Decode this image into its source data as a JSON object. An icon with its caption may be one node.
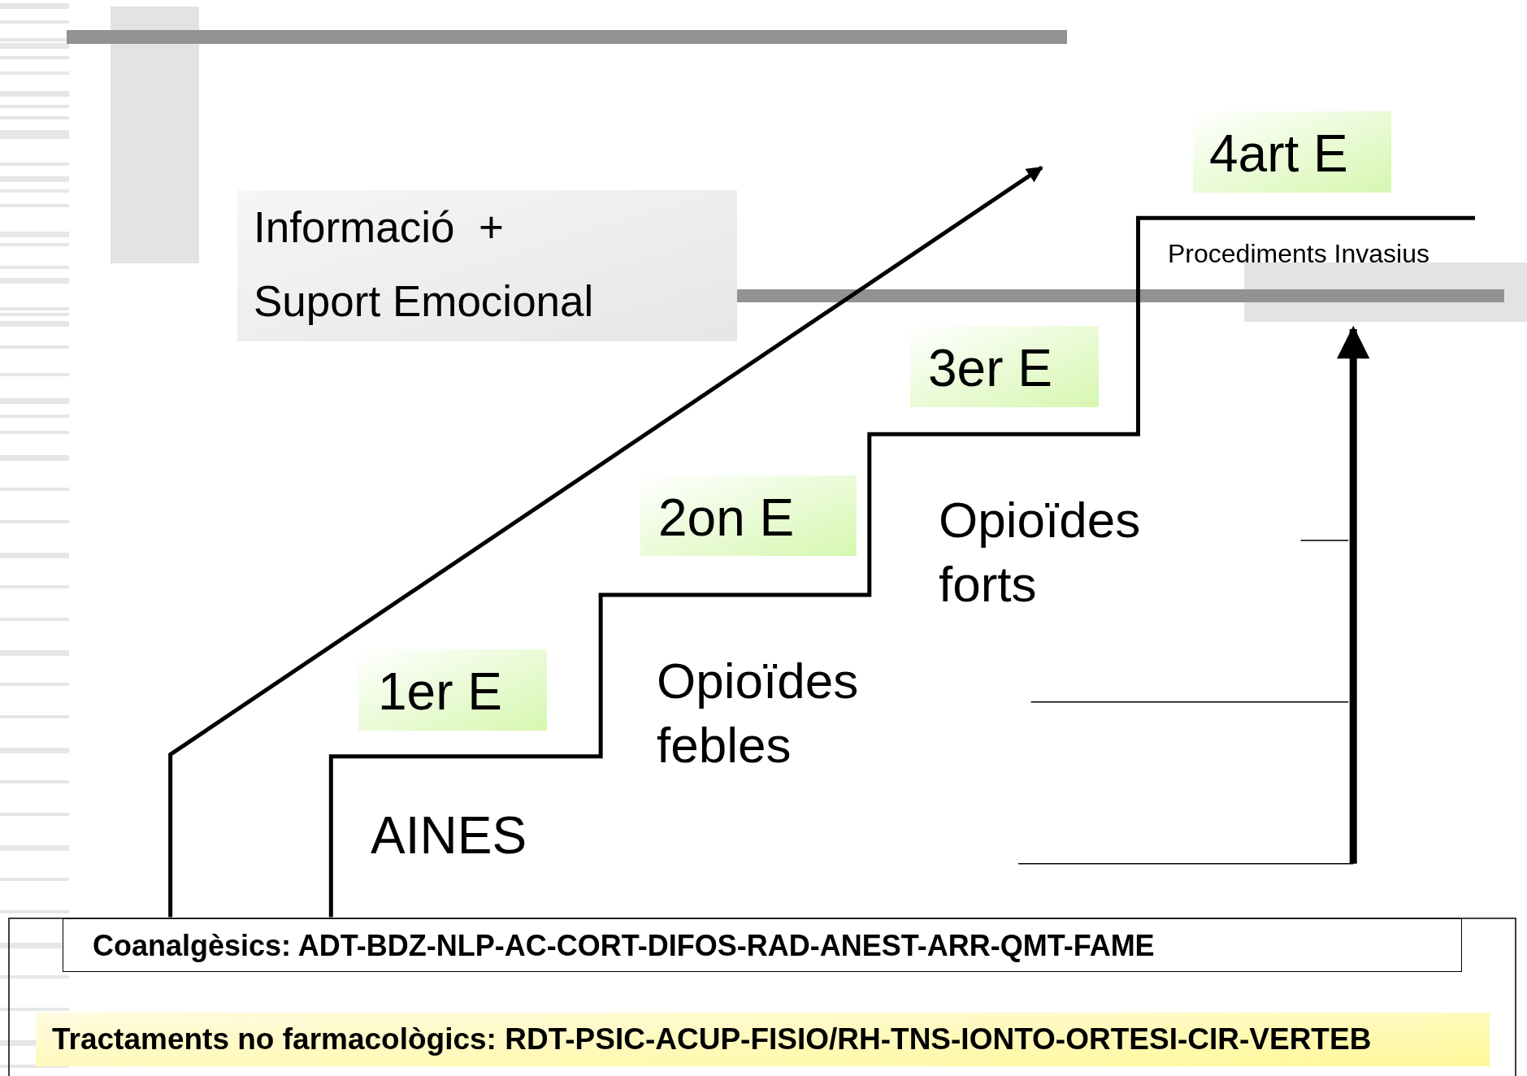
{
  "diagram": {
    "nodes": [
      {
        "text": [
          "Informació  +",
          "Suport Emocional"
        ]
      },
      {
        "text": [
          "1er E"
        ]
      },
      {
        "text": [
          "2on E"
        ]
      },
      {
        "text": [
          "3er E"
        ]
      },
      {
        "text": [
          "4art E"
        ]
      },
      {
        "text": [
          "Coanalgèsics: ADT-BDZ-NLP-AC-CORT-DIFOS-RAD-ANEST-ARR-QMT-FAME"
        ]
      },
      {
        "text": [
          "Tractaments no farmacològics: RDT-PSIC-ACUP-FISIO/RH-TNS-IONTO-ORTESI-CIR-VERTEB"
        ]
      }
    ],
    "labels": [
      "Procediments Invasius",
      "Opioïdes forts",
      "Opioïdes febles",
      "AINES"
    ]
  }
}
